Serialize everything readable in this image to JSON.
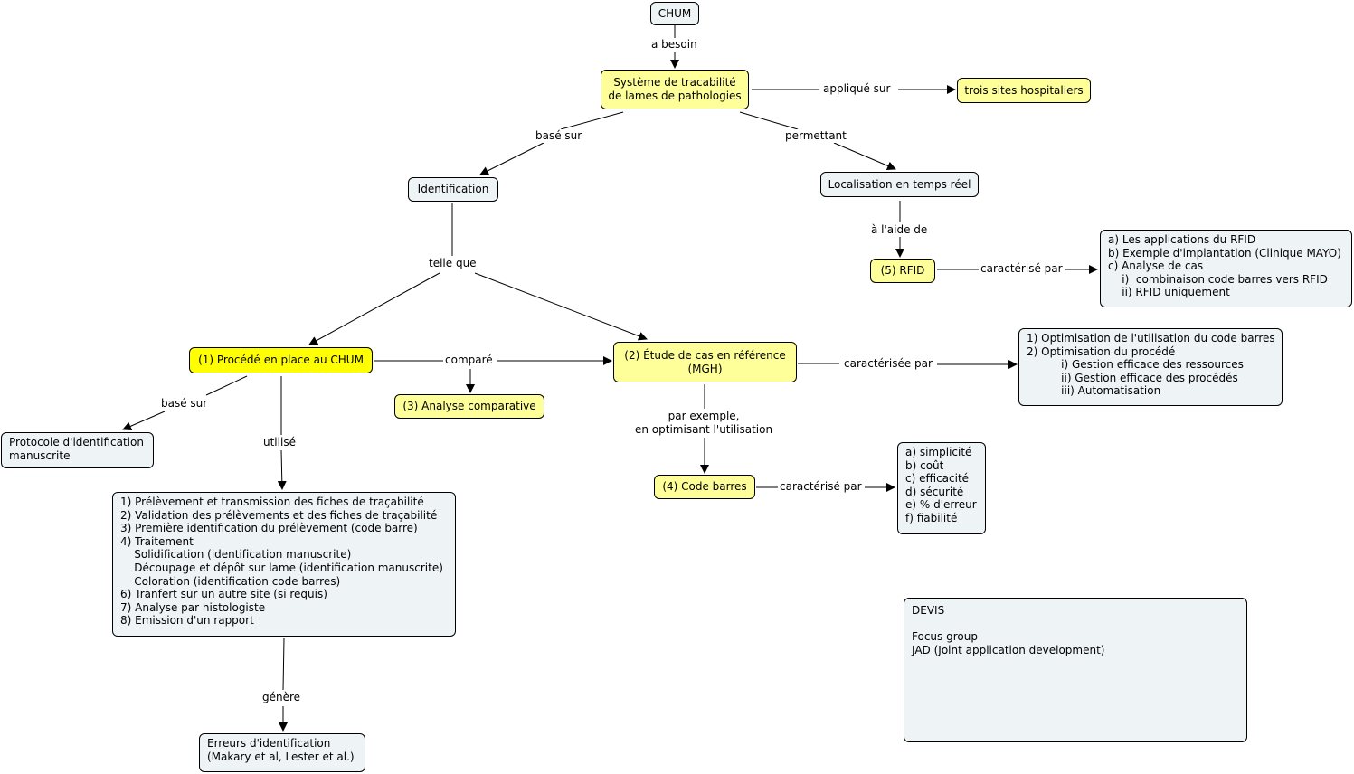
{
  "nodes": {
    "chum": "CHUM",
    "systeme": "Système de tracabilité\nde lames de pathologies",
    "sites": "trois sites hospitaliers",
    "identification": "Identification",
    "localisation": "Localisation en temps réel",
    "rfid": "(5) RFID",
    "rfid_details": "a) Les applications du RFID\nb) Exemple d'implantation (Clinique MAYO)\nc) Analyse de cas\n    i)  combinaison code barres vers RFID\n    ii) RFID uniquement",
    "procede": "(1) Procédé en place au CHUM",
    "etude": "(2) Étude de cas en référence\n(MGH)",
    "analyse": "(3) Analyse comparative",
    "optimisation": "1) Optimisation de l'utilisation du code barres\n2) Optimisation du procédé\n          i) Gestion efficace des ressources\n          ii) Gestion efficace des procédés\n          iii) Automatisation",
    "protocole": "Protocole d'identification\nmanuscrite",
    "etapes": "1) Prélèvement et transmission des fiches de traçabilité\n2) Validation des prélèvements et des fiches de traçabilité\n3) Première identification du prélèvement (code barre)\n4) Traitement\n    Solidification (identification manuscrite)\n    Découpage et dépôt sur lame (identification manuscrite)\n    Coloration (identification code barres)\n6) Tranfert sur un autre site (si requis)\n7) Analyse par histologiste\n8) Emission d'un rapport",
    "code_barres": "(4) Code barres",
    "criteres": "a) simplicité\nb) coût\nc) efficacité\nd) sécurité\ne) % d'erreur\nf) fiabilité",
    "erreurs": "Erreurs d'identification\n(Makary et al, Lester et al.)",
    "devis": "DEVIS\n\nFocus group\nJAD (Joint application development)"
  },
  "labels": {
    "a_besoin": "a besoin",
    "applique_sur": "appliqué sur",
    "base_sur_1": "basé sur",
    "permettant": "permettant",
    "a_laide_de": "à l'aide de",
    "caracterise_par_rfid": "caractérisé par",
    "telle_que": "telle que",
    "compare": "comparé",
    "caracterisee_par": "caractérisée par",
    "base_sur_2": "basé sur",
    "utilise": "utilisé",
    "par_exemple": "par exemple,\nen optimisant l'utilisation",
    "caracterise_par_cb": "caractérisé par",
    "genere": "génère"
  },
  "colors": {
    "node_fill": "#eef3f6",
    "pale_yellow": "#ffff99",
    "bright_yellow": "#ffff00",
    "line": "#000000"
  }
}
